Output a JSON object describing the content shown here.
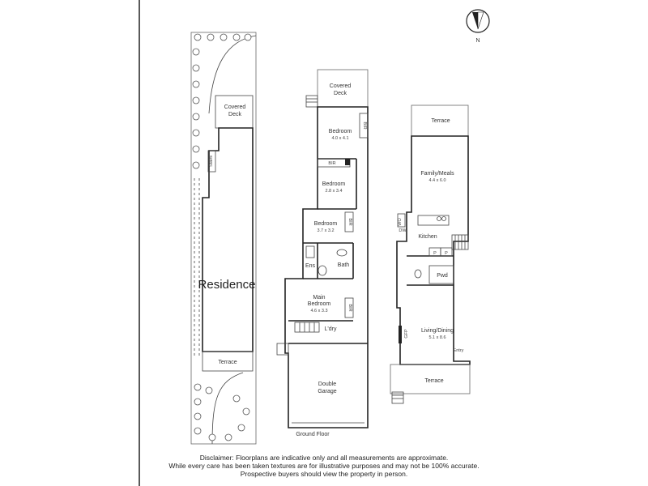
{
  "compass": {
    "north_label": "N"
  },
  "site": {
    "residence": "Residence",
    "covered_deck": [
      "Covered",
      "Deck"
    ],
    "stairs": "Stairs",
    "terrace": "Terrace"
  },
  "upper_floor": {
    "covered_deck": [
      "Covered",
      "Deck"
    ],
    "bedroom_1": {
      "name": "Bedroom",
      "size": "4.0 x 4.1"
    },
    "bir": "BIR",
    "bedroom_2": {
      "name": "Bedroom",
      "size": "2.8 x 3.4"
    },
    "bedroom_3": {
      "name": "Bedroom",
      "size": "3.7 x 3.2"
    },
    "ens": "Ens",
    "bath": "Bath",
    "main_bedroom": {
      "name": [
        "Main",
        "Bedroom"
      ],
      "size": "4.6 x 3.3"
    },
    "ldry": "L'dry",
    "double_garage": [
      "Double",
      "Garage"
    ],
    "floor_label": "Ground Floor"
  },
  "lower_floor": {
    "terrace_top": "Terrace",
    "family_meals": {
      "name": "Family/Meals",
      "size": "4.4 x 6.0"
    },
    "wo": "WO",
    "dw": "DW",
    "kitchen": "Kitchen",
    "p": "P",
    "pwd": "Pwd",
    "gfp": "GFP",
    "living_dining": {
      "name": "Living/Dining",
      "size": "5.1 x 8.6"
    },
    "entry": "Entry",
    "terrace_bottom": "Terrace"
  },
  "disclaimer": [
    "Disclaimer: Floorplans are indicative only and all measurements are approximate.",
    "While every care has been taken textures are for illustrative purposes and may not be 100% accurate.",
    "Prospective buyers should view the property in person."
  ]
}
